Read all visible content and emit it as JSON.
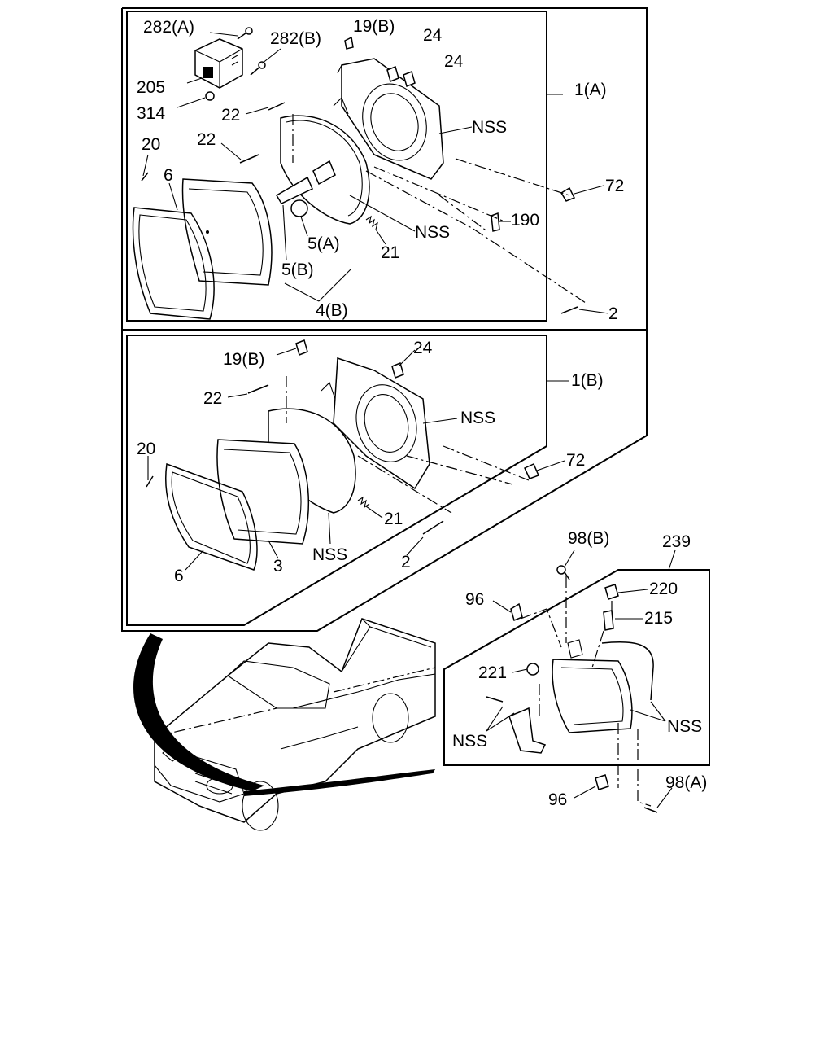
{
  "callouts": {
    "p282a": "282(A)",
    "p282b": "282(B)",
    "p19b_top": "19(B)",
    "p24_top1": "24",
    "p24_top2": "24",
    "p205": "205",
    "p314": "314",
    "p1a": "1(A)",
    "p22_top1": "22",
    "p22_top2": "22",
    "nss_top1": "NSS",
    "p20_top": "20",
    "p6_top": "6",
    "p72_top": "72",
    "p190": "190",
    "nss_top2": "NSS",
    "p5a": "5(A)",
    "p21_top": "21",
    "p5b": "5(B)",
    "p4b": "4(B)",
    "p2_top": "2",
    "p19b_mid": "19(B)",
    "p24_mid": "24",
    "p1b": "1(B)",
    "p22_mid": "22",
    "nss_mid1": "NSS",
    "p20_mid": "20",
    "p72_mid": "72",
    "p21_mid": "21",
    "nss_mid2": "NSS",
    "p6_mid": "6",
    "p3": "3",
    "p2_mid": "2",
    "p98b": "98(B)",
    "p239": "239",
    "p220": "220",
    "p96_top": "96",
    "p215": "215",
    "p221": "221",
    "nss_low1": "NSS",
    "nss_low2": "NSS",
    "p96_bot": "96",
    "p98a": "98(A)"
  }
}
